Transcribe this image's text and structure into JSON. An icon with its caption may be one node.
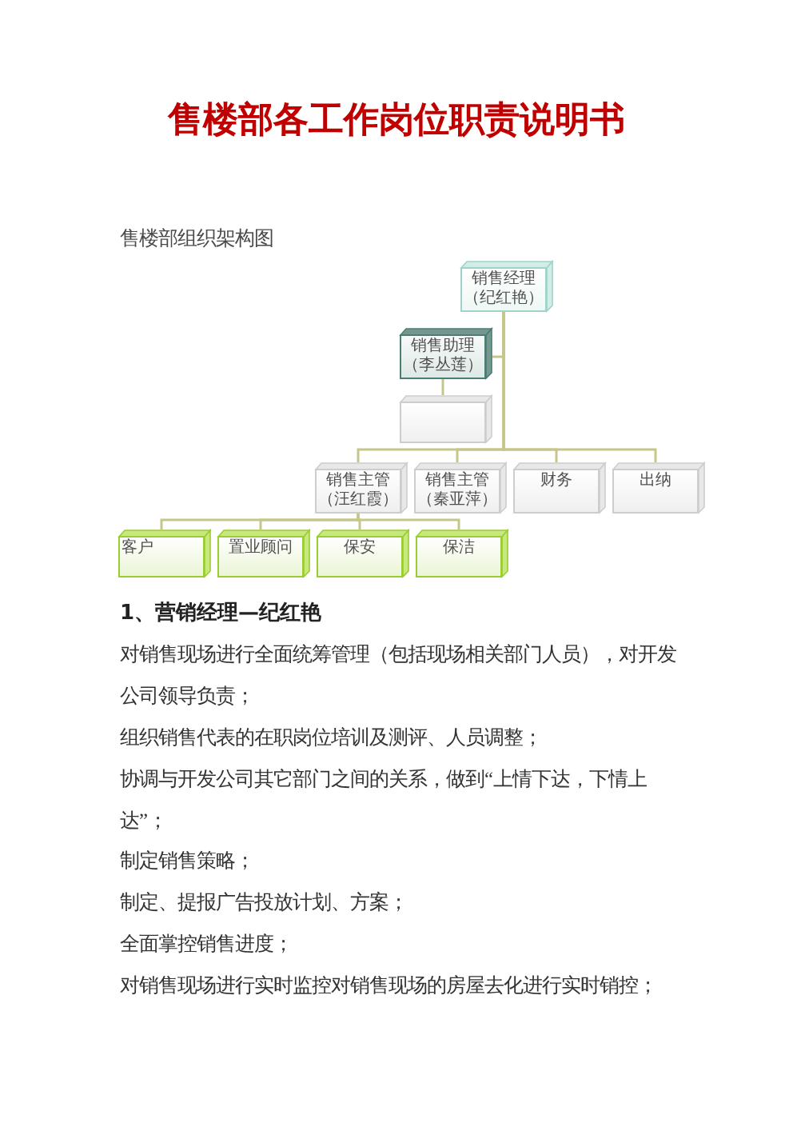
{
  "diagram": {
    "title": "售楼部各工作岗位职责说明书",
    "nodes": [
      {
        "text": [
          "销售经理",
          "（纪红艳）"
        ]
      },
      {
        "text": [
          "销售助理",
          "（李丛莲）"
        ]
      },
      {
        "text": [],
        "shape": "box"
      },
      {
        "text": [
          "销售主管",
          "（汪红霞）"
        ]
      },
      {
        "text": [
          "销售主管",
          "（秦亚萍）"
        ]
      },
      {
        "text": [
          "财务"
        ]
      },
      {
        "text": [
          "出纳"
        ]
      },
      {
        "text": [
          "客户"
        ]
      },
      {
        "text": [
          "置业顾问"
        ]
      },
      {
        "text": [
          "保安"
        ]
      },
      {
        "text": [
          "保洁"
        ]
      }
    ],
    "edges": [
      {
        "from": 0,
        "to": 1,
        "arrow": "none"
      },
      {
        "from": 1,
        "to": 2,
        "arrow": "none"
      },
      {
        "from": 0,
        "to": 3,
        "arrow": "none"
      },
      {
        "from": 0,
        "to": 4,
        "arrow": "none"
      },
      {
        "from": 0,
        "to": 5,
        "arrow": "none"
      },
      {
        "from": 0,
        "to": 6,
        "arrow": "none"
      },
      {
        "from": 3,
        "to": 7,
        "arrow": "none"
      },
      {
        "from": 3,
        "to": 8,
        "arrow": "none"
      },
      {
        "from": 3,
        "to": 9,
        "arrow": "none"
      },
      {
        "from": 3,
        "to": 10,
        "arrow": "none"
      }
    ],
    "labels": [
      "售楼部组织架构图",
      "1、营销经理—纪红艳",
      "对销售现场进行全面统筹管理（包括现场相关部门人员），对开发公司领导负责；",
      "组织销售代表的在职岗位培训及测评、人员调整；",
      "协调与开发公司其它部门之间的关系，做到“上情下达，下情上达”；",
      "制定销售策略；",
      "制定、提报广告投放计划、方案；",
      "全面掌控销售进度；",
      "对销售现场进行实时监控对销售现场的房屋去化进行实时销控；"
    ]
  }
}
